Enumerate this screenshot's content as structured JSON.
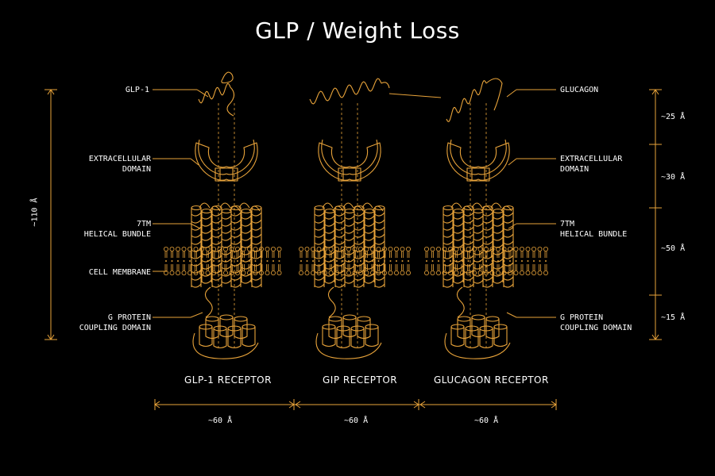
{
  "title": "GLP / Weight Loss",
  "left_labels": {
    "glp1": "GLP-1",
    "ecd_line1": "EXTRACELLULAR",
    "ecd_line2": "DOMAIN",
    "tm_line1": "7TM",
    "tm_line2": "HELICAL BUNDLE",
    "membrane": "CELL MEMBRANE",
    "gp_line1": "G PROTEIN",
    "gp_line2": "COUPLING DOMAIN"
  },
  "right_labels": {
    "glucagon": "GLUCAGON",
    "ecd_line1": "EXTRACELLULAR",
    "ecd_line2": "DOMAIN",
    "tm_line1": "7TM",
    "tm_line2": "HELICAL BUNDLE",
    "gp_line1": "G PROTEIN",
    "gp_line2": "COUPLING DOMAIN"
  },
  "receptors": [
    "GLP-1 RECEPTOR",
    "GIP RECEPTOR",
    "GLUCAGON RECEPTOR"
  ],
  "dimensions": {
    "total_height": "~110 Å",
    "ligand": "~25 Å",
    "ecd": "~30 Å",
    "tm": "~50 Å",
    "gprotein": "~15 Å",
    "widths": [
      "~60 Å",
      "~60 Å",
      "~60 Å"
    ]
  },
  "colors": {
    "background": "#000000",
    "accent": "#E8A33A",
    "text": "#FFFFFF"
  }
}
